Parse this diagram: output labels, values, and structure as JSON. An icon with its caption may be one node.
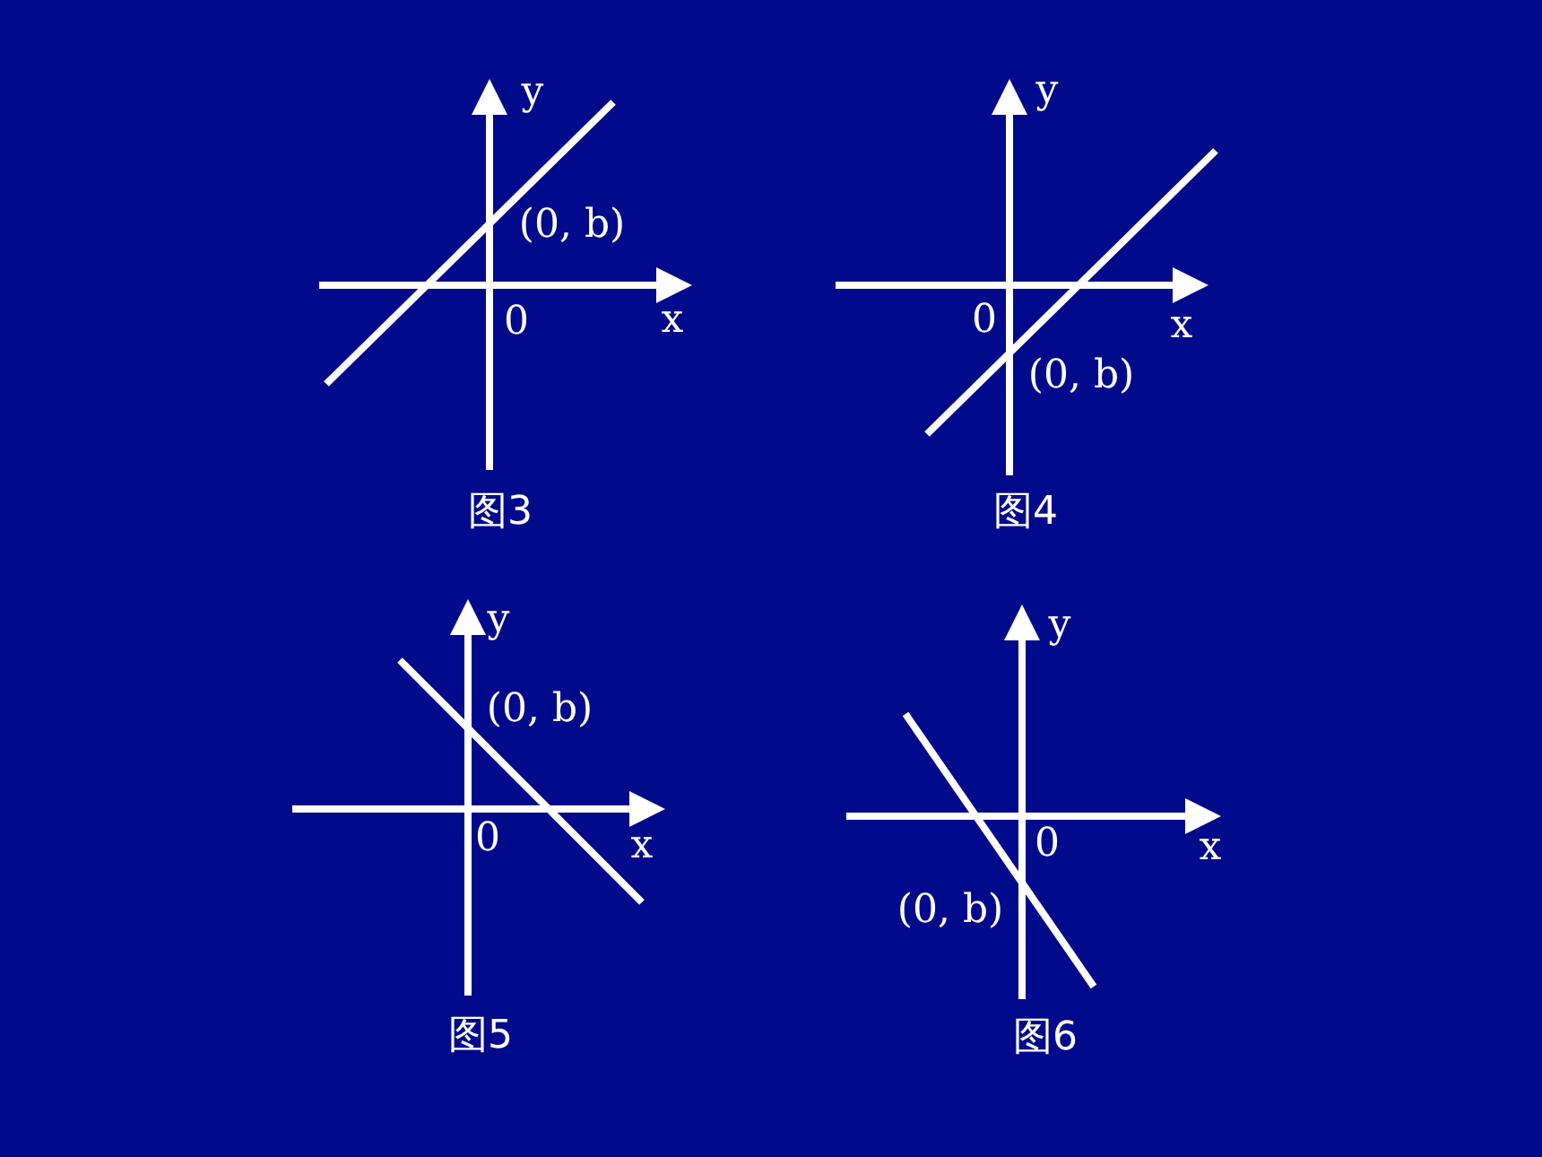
{
  "diagram": {
    "labels": [
      "y",
      "(0, b)",
      "0",
      "x",
      "图3",
      "y",
      "x",
      "0",
      "(0, b)",
      "图4",
      "y",
      "(0, b)",
      "0",
      "x",
      "图5",
      "y",
      "0",
      "x",
      "(0, b)",
      "图6"
    ]
  }
}
